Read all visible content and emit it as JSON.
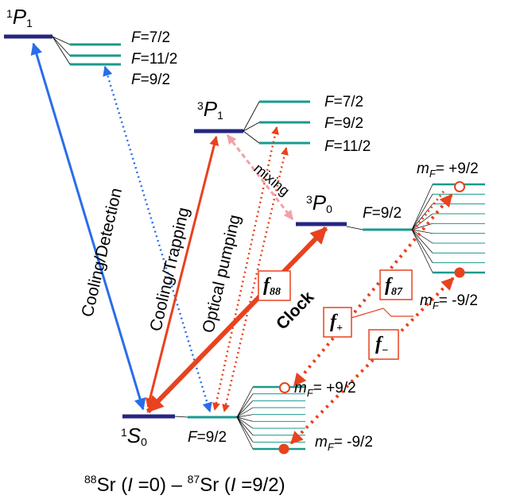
{
  "title": {
    "iso88": "88",
    "el1": "Sr (",
    "i1": "I",
    "v1": " =0) – ",
    "iso87": "87",
    "el2": "Sr (",
    "i2": "I",
    "v2": " =9/2)"
  },
  "states": {
    "P1_singlet": {
      "sup": "1",
      "letter": "P",
      "sub": "1"
    },
    "P1_triplet": {
      "sup": "3",
      "letter": "P",
      "sub": "1"
    },
    "P0_triplet": {
      "sup": "3",
      "letter": "P",
      "sub": "0"
    },
    "S0_singlet": {
      "sup": "1",
      "letter": "S",
      "sub": "0"
    }
  },
  "hyperfine": {
    "f_letter": "F",
    "P1_singlet": [
      "=7/2",
      "=11/2",
      "=9/2"
    ],
    "P1_triplet": [
      "=7/2",
      "=9/2",
      "=11/2"
    ],
    "P0": "=9/2",
    "S0": "=9/2"
  },
  "mf": {
    "letter": "m",
    "sub": "F",
    "p0_plus": "= +9/2",
    "p0_minus": "= -9/2",
    "s0_plus": "= +9/2",
    "s0_minus": "= -9/2"
  },
  "transitions": {
    "cooling_detection": "Cooling/Detection",
    "cooling_trapping": "Cooling/Trapping",
    "optical_pumping": "Optical pumping",
    "clock": "Clock",
    "mixing": "mixing"
  },
  "frequencies": {
    "f88": {
      "main": "f",
      "sub": "88"
    },
    "f87": {
      "main": "f",
      "sub": "87"
    },
    "fplus": {
      "main": "f",
      "sub": "+"
    },
    "fminus": {
      "main": "f",
      "sub": "−"
    }
  },
  "colors": {
    "level": "#262680",
    "hyperfine": "#1a9a8e",
    "blue_arrow": "#2a6de8",
    "red": "#e8421e",
    "pink": "#f2a0a8"
  }
}
